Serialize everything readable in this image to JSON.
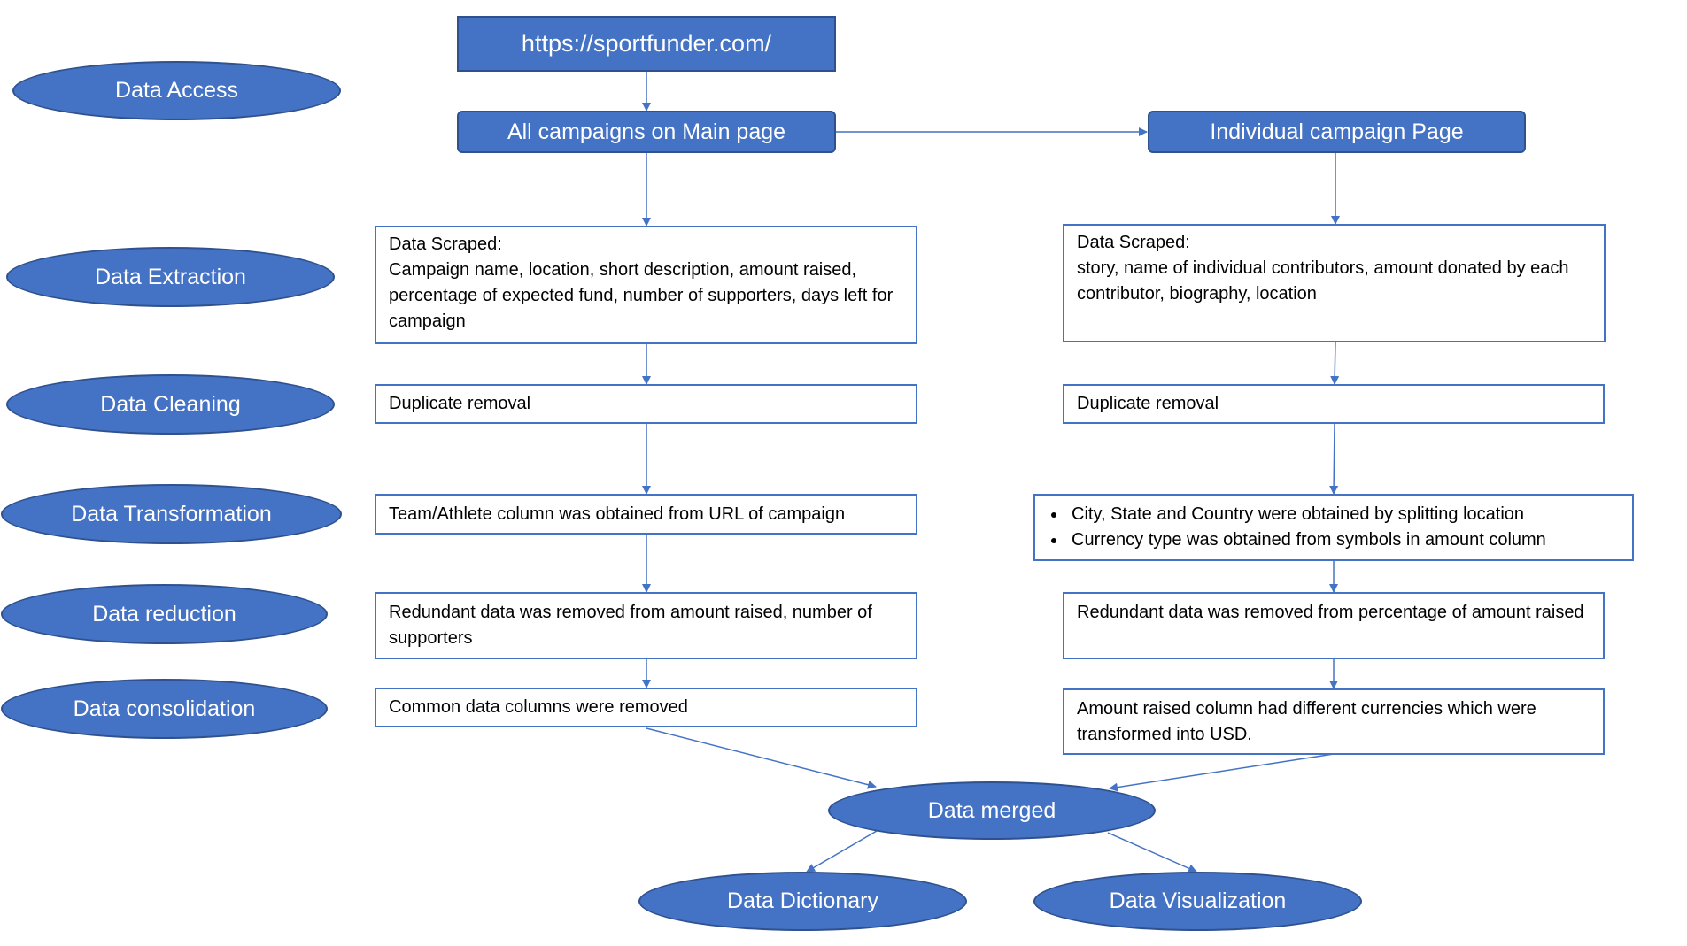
{
  "stages": {
    "access": "Data Access",
    "extraction": "Data Extraction",
    "cleaning": "Data Cleaning",
    "transformation": "Data Transformation",
    "reduction": "Data reduction",
    "consolidation": "Data consolidation"
  },
  "source": {
    "url": "https://sportfunder.com/"
  },
  "main_page": {
    "title": "All campaigns on Main page",
    "scraped_label": "Data Scraped:",
    "scraped": "Campaign name, location, short description, amount raised, percentage of expected fund, number of supporters, days left for campaign",
    "cleaning": "Duplicate removal",
    "transformation": "Team/Athlete column was obtained from URL of campaign",
    "reduction": "Redundant data was removed from amount raised, number of supporters",
    "consolidation": "Common data columns were removed"
  },
  "individual_page": {
    "title": "Individual campaign Page",
    "scraped_label": "Data Scraped:",
    "scraped": "story, name of individual contributors, amount donated by each contributor, biography, location",
    "cleaning": "Duplicate removal",
    "transformation": [
      "City, State and Country were obtained by splitting location",
      "Currency type was obtained from symbols in amount column"
    ],
    "reduction": "Redundant data was removed from percentage of amount raised",
    "consolidation": "Amount raised column had different currencies which were transformed into USD."
  },
  "outputs": {
    "merged": "Data merged",
    "dictionary": "Data Dictionary",
    "visualization": "Data Visualization"
  },
  "colors": {
    "fill": "#4472c4",
    "outline": "#2f528f",
    "connector": "#4472c4"
  }
}
